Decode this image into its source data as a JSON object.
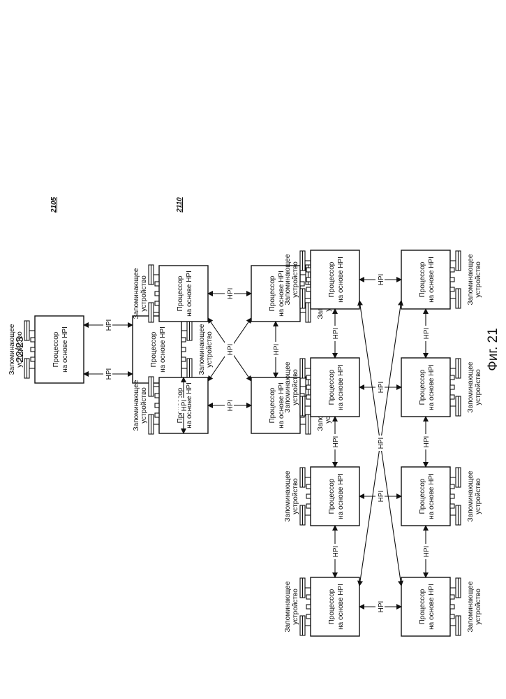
{
  "page_number": "22/23",
  "figure_caption": "Фиг. 21",
  "refs": {
    "top": "2105",
    "middle": "2110"
  },
  "labels": {
    "proc_line1": "Процессор",
    "proc_line2": "на основе HPI",
    "mem_line1": "Запоминающее",
    "mem_line2": "устройство",
    "hpi": "HPI"
  },
  "diagrams": [
    {
      "id": "2105",
      "processors": 2,
      "links": 2
    },
    {
      "id": "2110",
      "processors": 4,
      "links": 6
    },
    {
      "id": "bottom",
      "processors": 8,
      "links": 12
    }
  ]
}
